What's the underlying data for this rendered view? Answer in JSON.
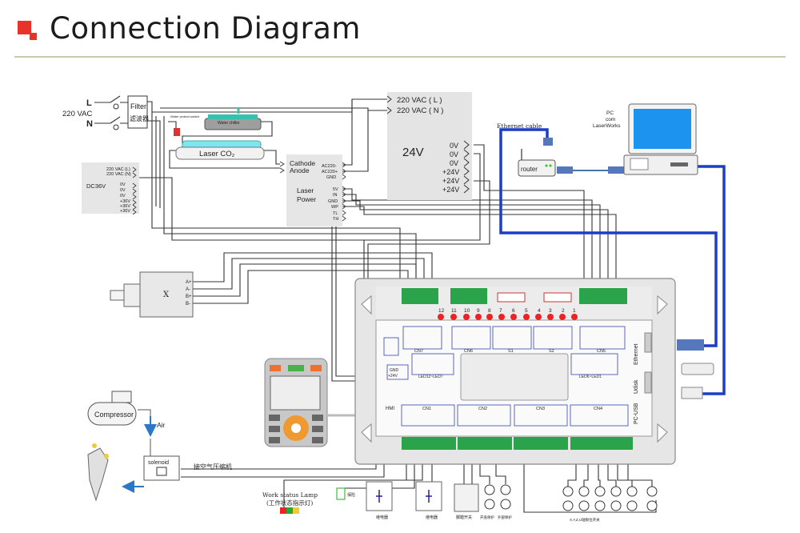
{
  "header": {
    "title": "Connection Diagram"
  },
  "mains": {
    "line_l": "L",
    "line_n": "N",
    "voltage": "220 VAC",
    "filter": "Filter",
    "filter_cn": "滤波器"
  },
  "laser_tube": {
    "label": "Laser CO₂",
    "water_chiller": "Water chiller",
    "water_switch": "Water protect switch"
  },
  "dc36v_box": {
    "title": "DC36V",
    "ac_in": [
      "220 VAC (L)",
      "220 VAC (N)"
    ],
    "outputs": [
      "0V",
      "0V",
      "0V",
      "+36V",
      "+36V",
      "+36V"
    ]
  },
  "laser_power": {
    "title_1": "Laser",
    "title_2": "Power",
    "tube_pins": [
      "Cathode",
      "Anode"
    ],
    "ac_pins": [
      "AC220-",
      "AC220+",
      "GND"
    ],
    "ctrl_pins": [
      "5V",
      "IN",
      "GND",
      "WP",
      "TL",
      "TH"
    ]
  },
  "psu_24v": {
    "title": "24V",
    "ac_in": [
      "220 VAC ( L )",
      "220 VAC ( N )"
    ],
    "outputs": [
      "0V",
      "0V",
      "0V",
      "+24V",
      "+24V",
      "+24V"
    ]
  },
  "network": {
    "ethernet_cable": "Ethernet cable",
    "router": "router",
    "pc_1": "PC",
    "pc_2": "com",
    "pc_3": "LaserWorks"
  },
  "motor": {
    "label": "X",
    "pins": [
      "A+",
      "A-",
      "B+",
      "B-"
    ]
  },
  "controller": {
    "top_numbers": [
      "12",
      "11",
      "10",
      "9",
      "8",
      "7",
      "6",
      "5",
      "4",
      "3",
      "2",
      "1"
    ],
    "port_labels": [
      "CN7",
      "CN6",
      "S1",
      "S2",
      "CN5",
      "LED12~LED7",
      "LED6~LED1",
      "HMI",
      "CN1",
      "CN2",
      "CN3",
      "CN4"
    ],
    "side_labels": [
      "Ethernet",
      "Udisk",
      "PC-USB"
    ],
    "gnd_24v": [
      "GND",
      "+24V"
    ]
  },
  "air": {
    "compressor": "Compressor",
    "air": "Air",
    "solenoid": "solenoid",
    "air_cn": "接空气压缩机"
  },
  "bottom": {
    "lamp_1": "Work status Lamp",
    "lamp_2": "(工作状态指示灯)",
    "fuse": "保险",
    "relay_1": "继电器",
    "relay_2": "继电器",
    "foot_switch": "脚踏开关",
    "door": "开盖保护",
    "external": "外部保护",
    "limit": "X,Y,Z,U轴限位开关"
  }
}
